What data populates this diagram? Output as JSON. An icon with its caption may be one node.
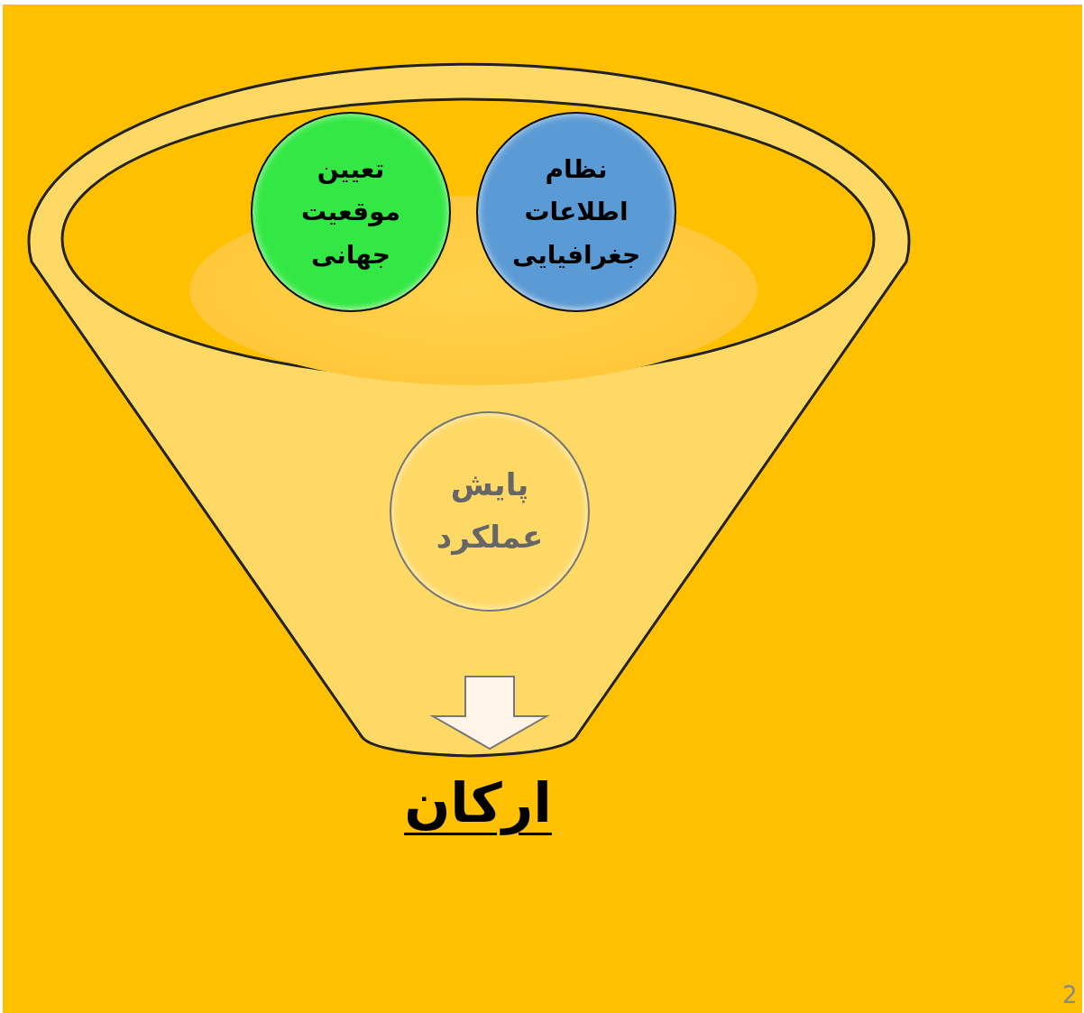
{
  "diagram": {
    "nodes": [
      {
        "text": [
          "تعیین موقعیت جهانی"
        ]
      },
      {
        "text": [
          "نظام اطلاعات جغرافیایی"
        ]
      },
      {
        "text": [
          "پایش عملکرد"
        ]
      },
      {
        "text": [
          "ارکان"
        ]
      }
    ],
    "edges": [
      {
        "from": 2,
        "to": 3,
        "arrow": "to",
        "style": "thick"
      }
    ],
    "labels": [
      "2"
    ]
  }
}
